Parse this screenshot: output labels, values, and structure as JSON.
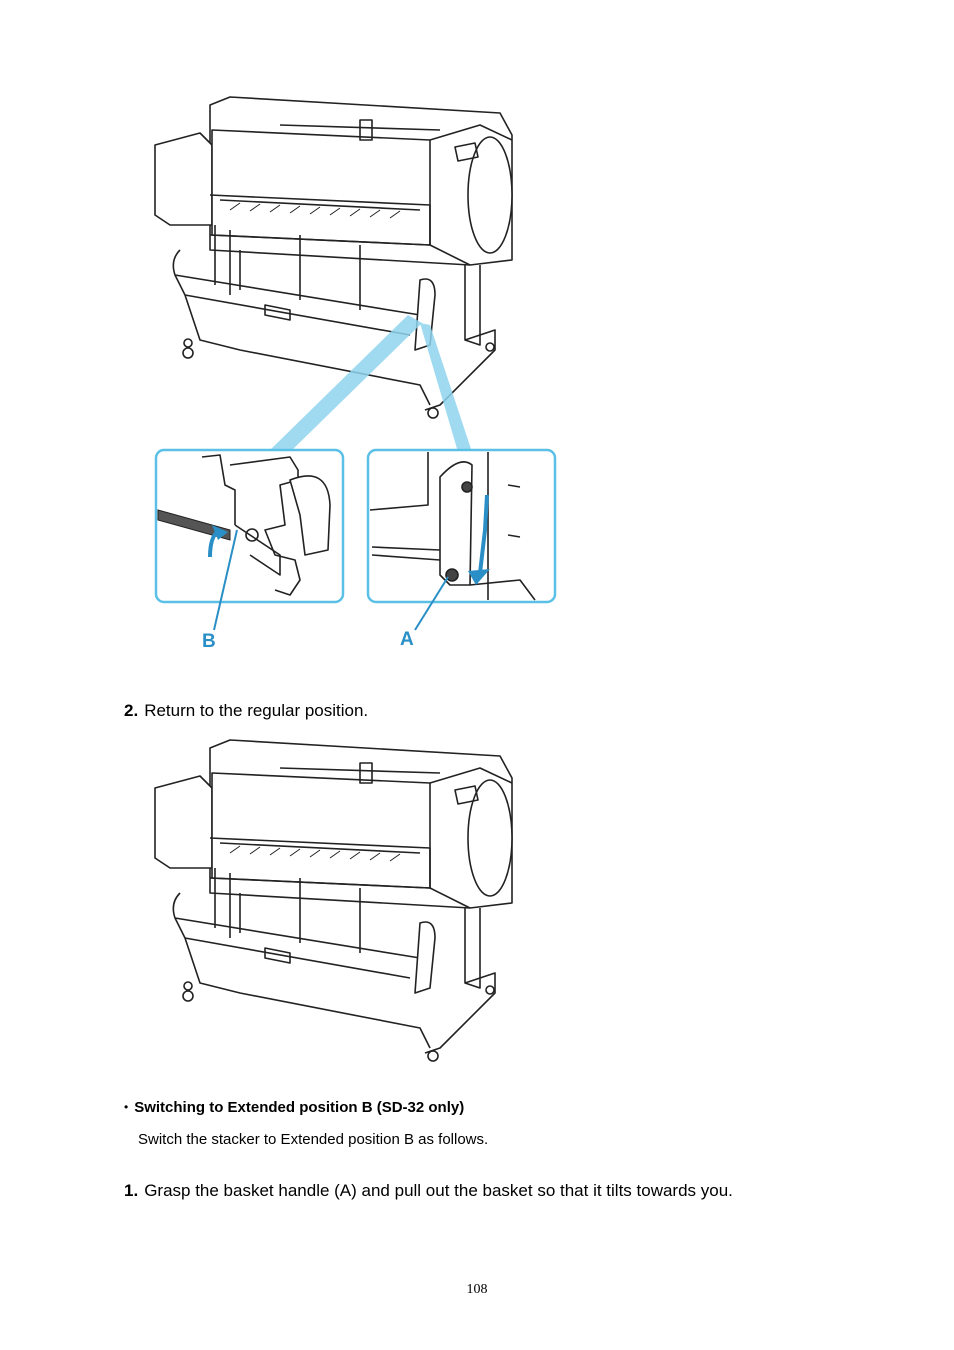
{
  "figure1": {
    "label_b": "B",
    "label_a": "A"
  },
  "step2": {
    "number": "2.",
    "text": "Return to the regular position."
  },
  "bullet": {
    "title": "Switching to Extended position B (SD-32 only)",
    "body": "Switch the stacker to Extended position B as follows."
  },
  "step1": {
    "number": "1.",
    "text": "Grasp the basket handle (A) and pull out the basket so that it tilts towards you."
  },
  "page_number": "108",
  "colors": {
    "callout": "#5bc0e6",
    "label": "#2a8fc6"
  }
}
